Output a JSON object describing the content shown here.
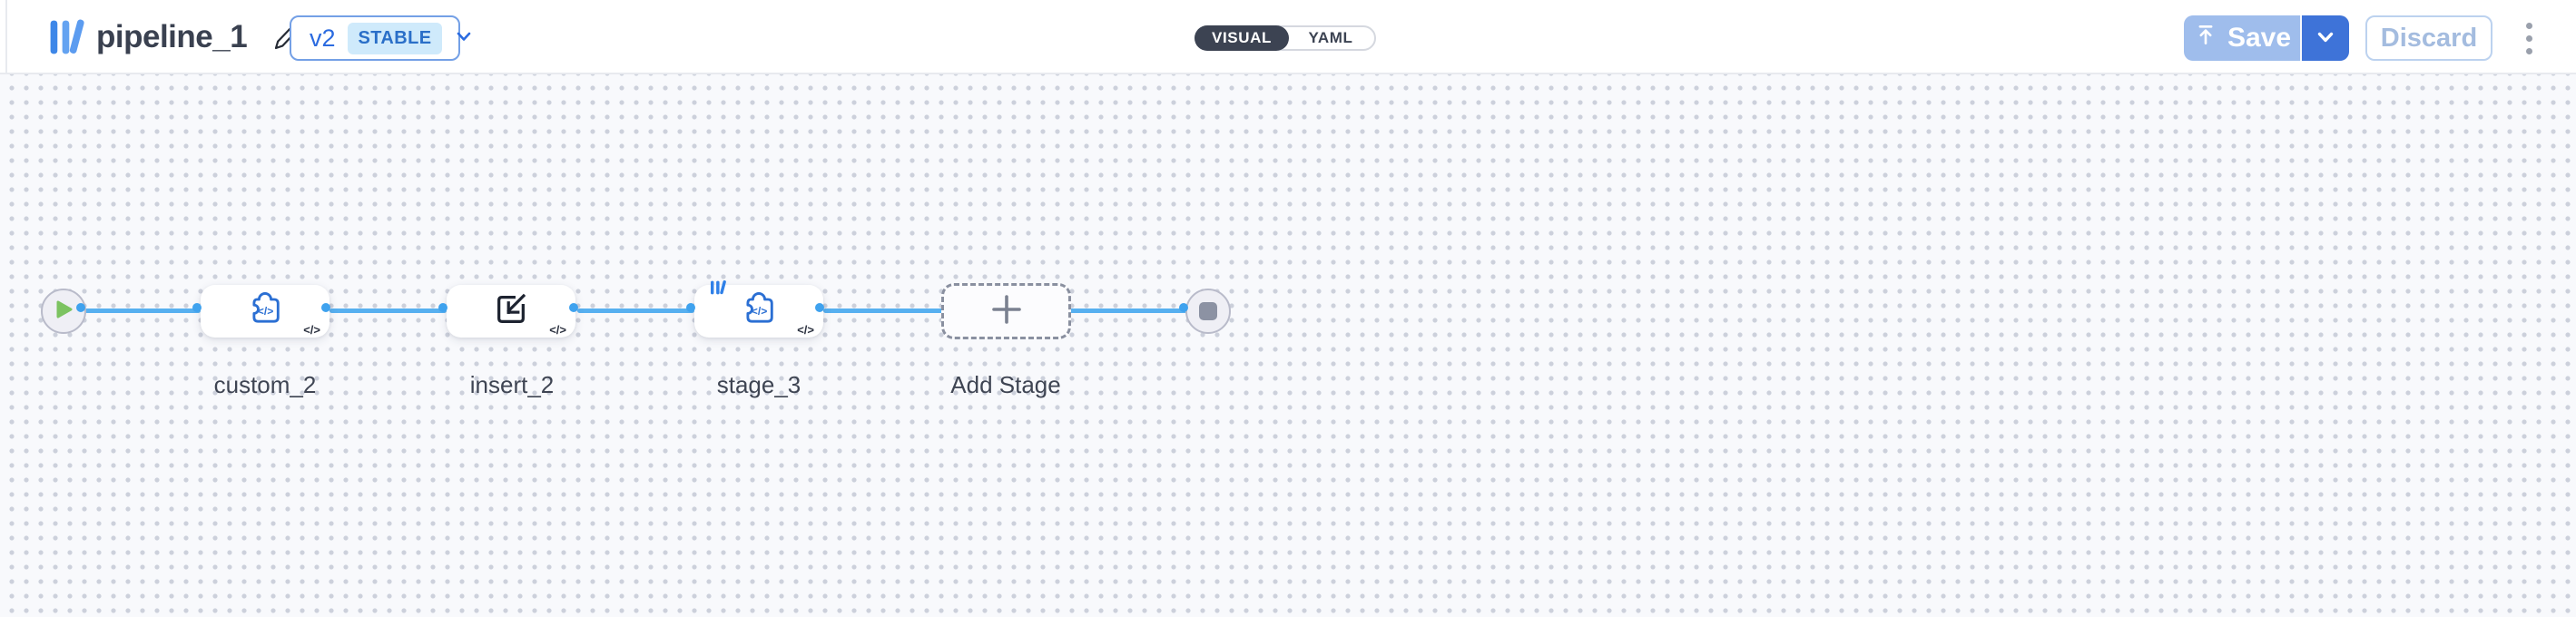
{
  "header": {
    "title": "pipeline_1",
    "version_selector": {
      "version": "v2",
      "badge": "STABLE"
    },
    "mode_toggle": {
      "options": [
        "VISUAL",
        "YAML"
      ],
      "selected": "VISUAL"
    },
    "actions": {
      "save": "Save",
      "discard": "Discard"
    }
  },
  "canvas": {
    "start_node": {
      "icon": "play-icon"
    },
    "end_node": {
      "icon": "stop-icon"
    },
    "stages": [
      {
        "label": "custom_2",
        "icon": "function-puzzle-icon",
        "corner_glyph": "</>"
      },
      {
        "label": "insert_2",
        "icon": "insert-icon",
        "corner_glyph": "</>"
      },
      {
        "label": "stage_3",
        "icon": "function-puzzle-icon",
        "corner_glyph": "</>",
        "badge_icon": "library-icon"
      },
      {
        "label": "Add Stage",
        "icon": "plus-icon"
      }
    ]
  },
  "colors": {
    "accent_blue": "#3e73d8",
    "save_disabled_blue": "#9fbdec",
    "discard_text": "#a4bcdf",
    "edge_blue": "#57b0f0",
    "port_blue": "#3fa2ee",
    "version_border": "#74a0e6",
    "version_text": "#2b6be0",
    "stable_badge_bg": "#cfeafb",
    "stable_badge_text": "#2a6fc8",
    "toggle_dark": "#3c4352",
    "canvas_bg": "#f8f9fc",
    "canvas_dot": "#ccd0db",
    "node_icon_blue": "#2b6fd3",
    "insert_icon_dark": "#1d2330",
    "play_green": "#7cc361",
    "stop_gray": "#8c92a3",
    "title_text": "#3a4150",
    "label_text": "#3f4553"
  }
}
